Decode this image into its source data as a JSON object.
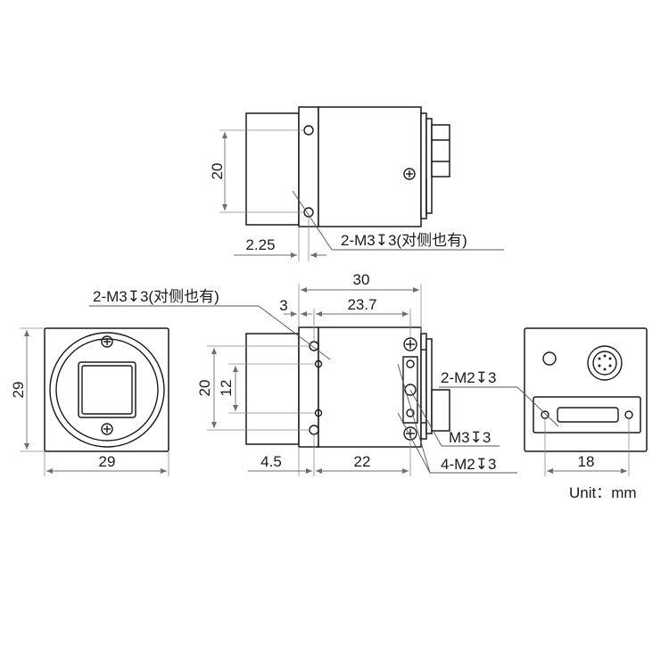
{
  "units": {
    "label": "Unit：mm"
  },
  "top_view": {
    "height_dim": "20",
    "offset_dim": "2.25",
    "hole_callout": "2-M3↧3(对侧也有)"
  },
  "side_view": {
    "hole_callout": "2-M3↧3(对侧也有)",
    "length_dim": "30",
    "offset_top_dim": "3",
    "hole_span_dim": "23.7",
    "height_dim": "20",
    "inner_height_dim": "12",
    "front_offset_dim": "4.5",
    "bottom_span_dim": "22",
    "m3_callout": "M3↧3",
    "m2_callout": "4-M2↧3"
  },
  "front_view": {
    "height_dim": "29",
    "width_dim": "29"
  },
  "rear_view": {
    "m2_callout": "2-M2↧3",
    "width_dim": "18"
  }
}
